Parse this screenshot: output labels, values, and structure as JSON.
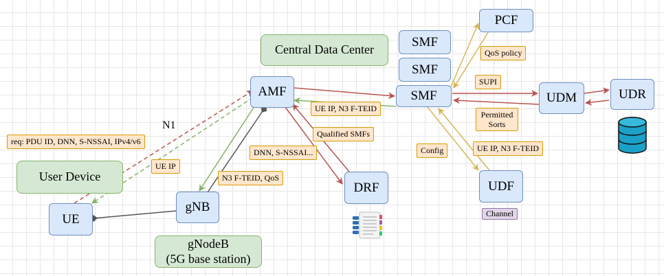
{
  "nodes": {
    "amf": "AMF",
    "smf_top": "SMF",
    "smf_mid": "SMF",
    "smf_main": "SMF",
    "pcf": "PCF",
    "udm": "UDM",
    "udr": "UDR",
    "drf": "DRF",
    "udf": "UDF",
    "gnb": "gNB",
    "ue": "UE"
  },
  "groups": {
    "central_data_center": "Central Data Center",
    "user_device": "User Device",
    "gnodeb_line1": "gNodeB",
    "gnodeb_line2": "(5G base station)"
  },
  "labels": {
    "n1": "N1",
    "req_pdu": "req: PDU ID, DNN, S-NSSAI, IPv4/v6",
    "ue_ip": "UE IP",
    "n3_teid_qos": "N3 F-TEID, QoS",
    "dnn_snssai": "DNN, S-NSSAI...",
    "qualified_smfs": "Qualified SMFs",
    "ue_ip_n3_teid_amf": "UE IP, N3 F-TEID",
    "qos_policy": "QoS policy",
    "supi": "SUPI",
    "permitted_line1": "Permitted",
    "permitted_line2": "Sorts",
    "config": "Config",
    "ue_ip_n3_teid_udf": "UE IP, N3 F-TEID",
    "channel": "Channel"
  },
  "colors": {
    "red_edge": "#b85450",
    "green_edge": "#82b366",
    "yellow_edge": "#d6b656",
    "gray_edge": "#555555",
    "node_fill": "#dae8fc",
    "group_fill": "#d5e8d4",
    "tag_fill": "#ffe6cc",
    "db_fill": "#1ba1c7"
  },
  "icons": [
    "database-icon",
    "document-list-icon"
  ]
}
